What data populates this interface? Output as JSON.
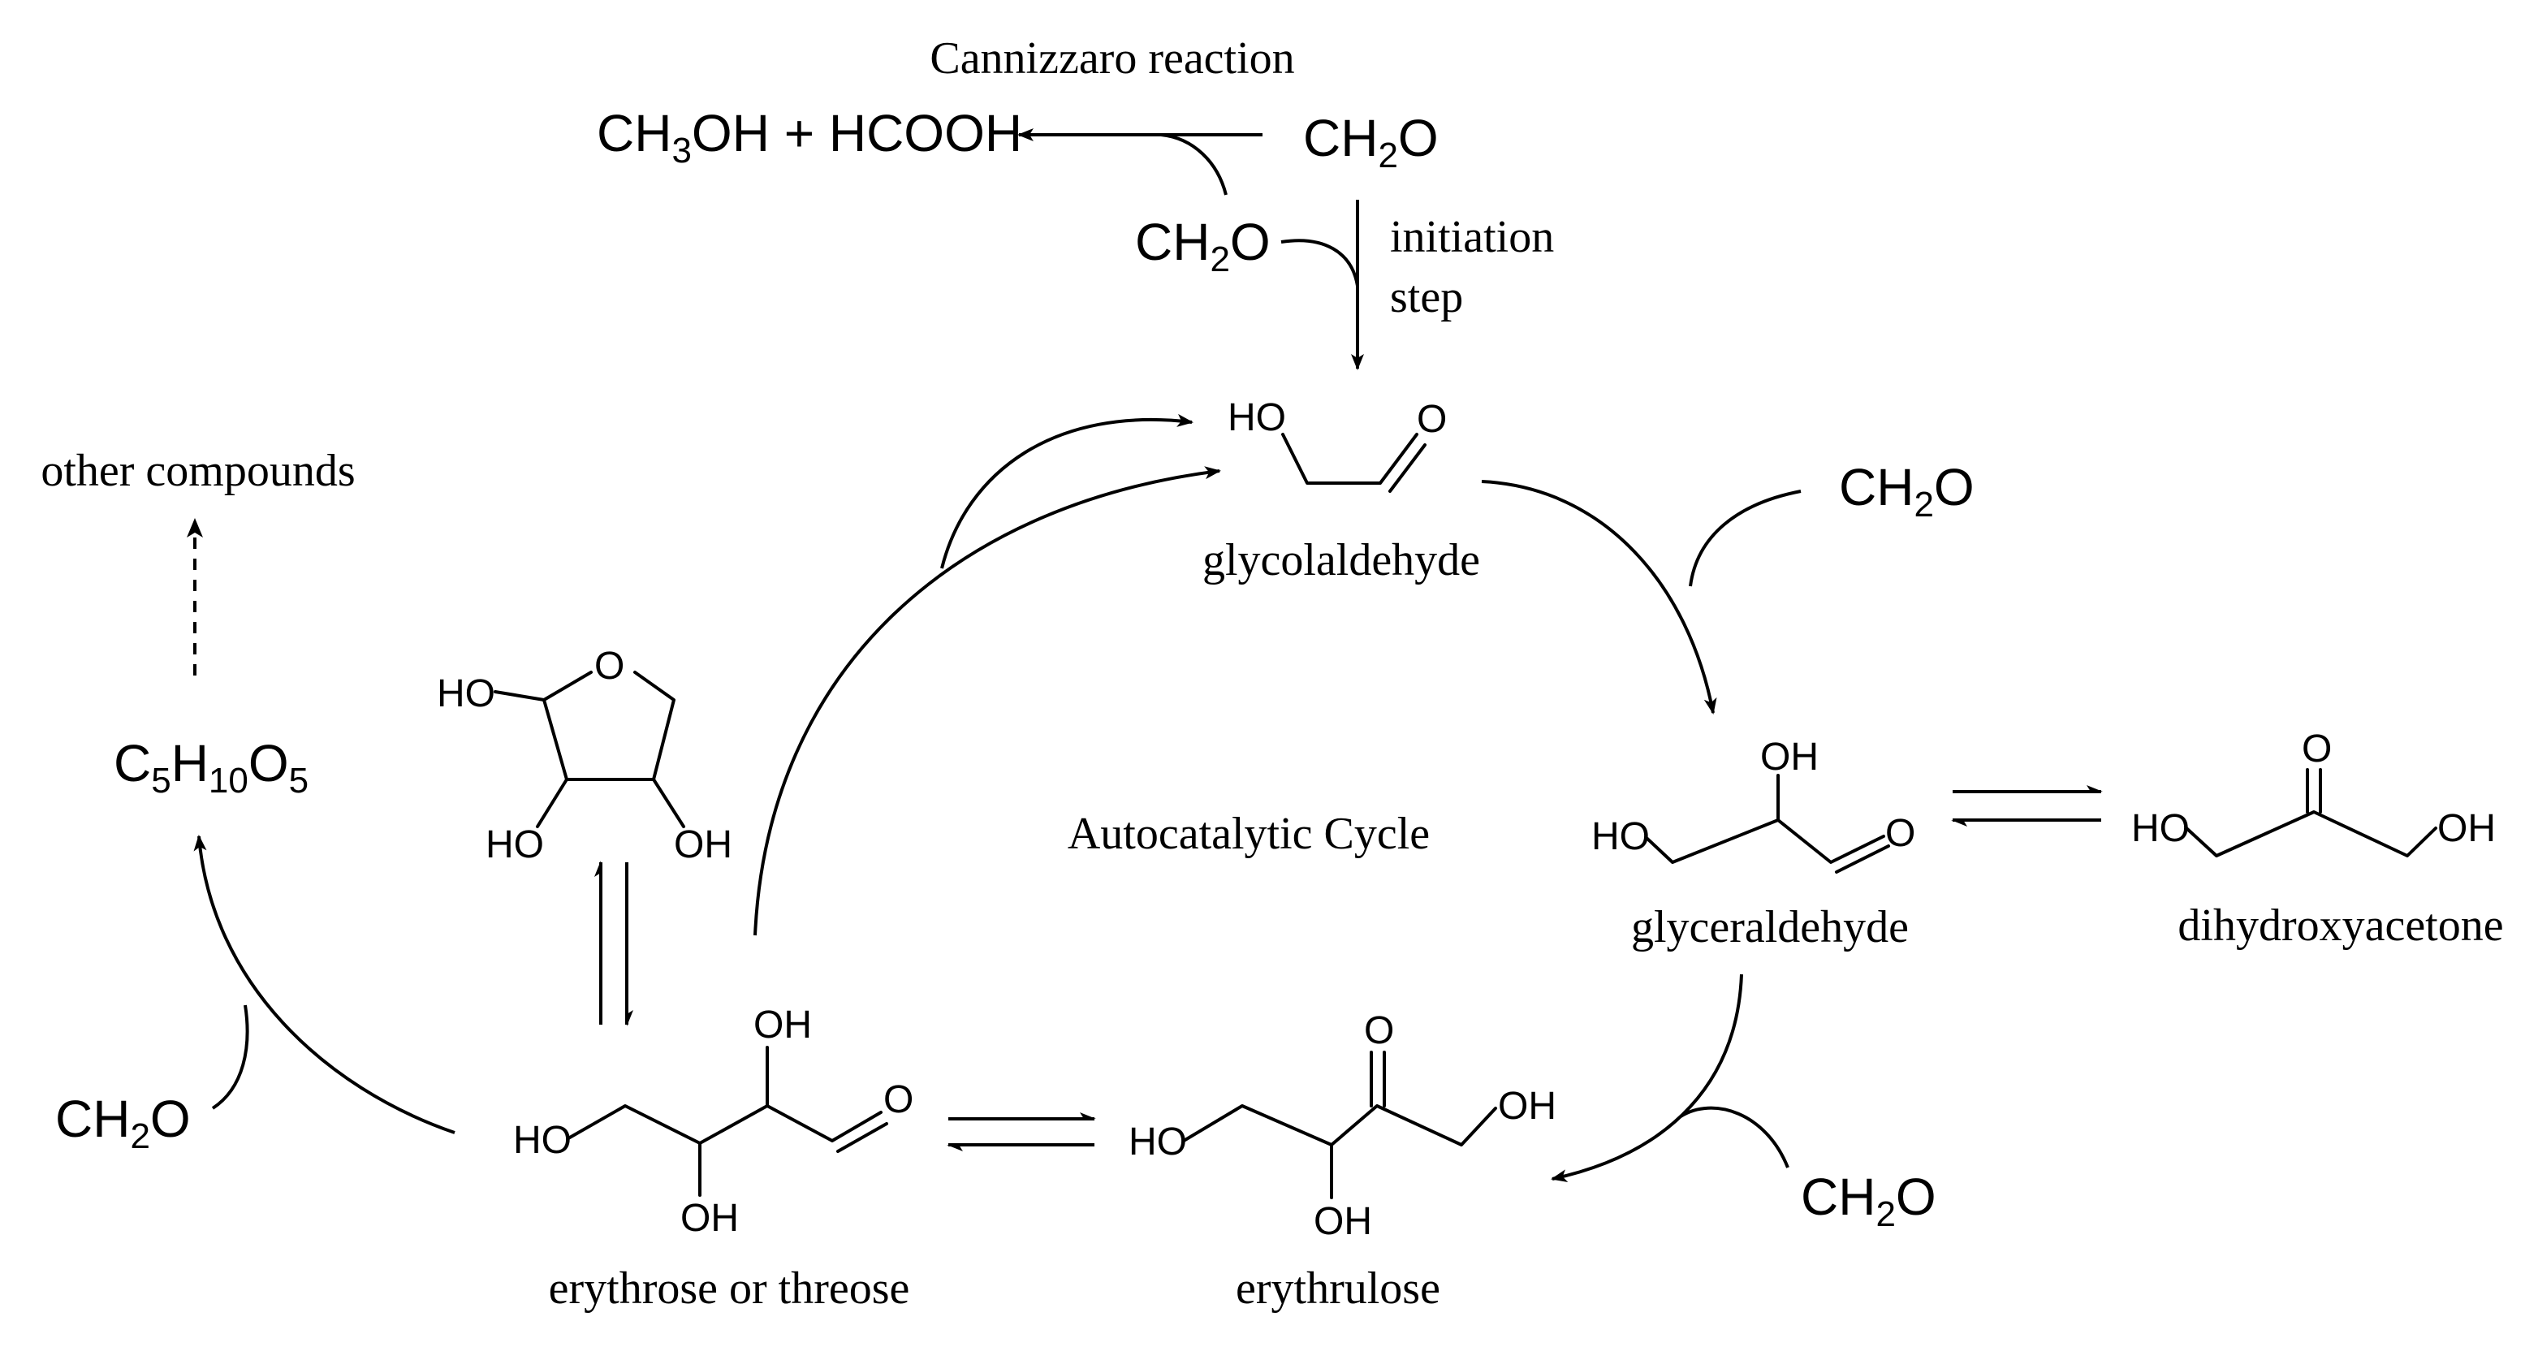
{
  "labels": {
    "cannizzaro": "Cannizzaro reaction",
    "initiation": "initiation",
    "step": "step",
    "glycolaldehyde": "glycolaldehyde",
    "glyceraldehyde": "glyceraldehyde",
    "dihydroxyacetone": "dihydroxyacetone",
    "erythrulose": "erythrulose",
    "erythrose_threose": "erythrose or threose",
    "autocatalytic": "Autocatalytic Cycle",
    "other_compounds": "other compounds"
  },
  "formulas": {
    "products": {
      "a": "CH",
      "a_sub": "3",
      "b": "OH + HCOOH"
    },
    "ch2o": {
      "a": "CH",
      "a_sub": "2",
      "b": "O"
    },
    "pentose": {
      "a": "C",
      "a_sub": "5",
      "b": "H",
      "b_sub": "10",
      "c": "O",
      "c_sub": "5"
    }
  },
  "atoms": {
    "HO": "HO",
    "OH": "OH",
    "O": "O"
  }
}
